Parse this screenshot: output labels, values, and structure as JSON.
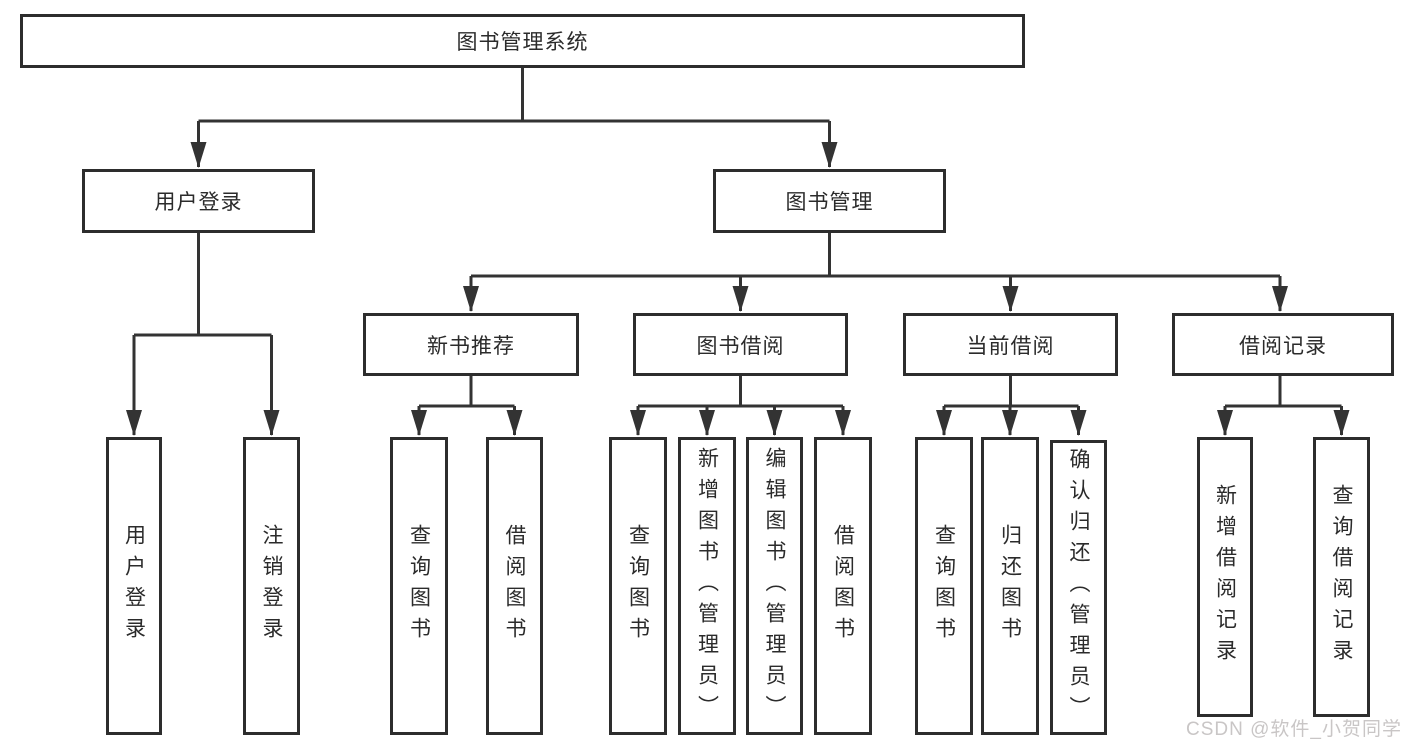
{
  "diagram": {
    "root": "图书管理系统",
    "branches": [
      {
        "label": "用户登录",
        "children": [
          "用户登录",
          "注销登录"
        ]
      },
      {
        "label": "图书管理",
        "children": [
          {
            "label": "新书推荐",
            "children": [
              "查询图书",
              "借阅图书"
            ]
          },
          {
            "label": "图书借阅",
            "children": [
              "查询图书",
              "新增图书（管理员）",
              "编辑图书（管理员）",
              "借阅图书"
            ]
          },
          {
            "label": "当前借阅",
            "children": [
              "查询图书",
              "归还图书",
              "确认归还（管理员）"
            ]
          },
          {
            "label": "借阅记录",
            "children": [
              "新增借阅记录",
              "查询借阅记录"
            ]
          }
        ]
      }
    ],
    "watermark": "CSDN @软件_小贺同学",
    "colors": {
      "line": "#333333",
      "border": "#2d2d2d",
      "text": "#2b2b2b",
      "watermark": "#c9c6c6",
      "background": "#ffffff"
    }
  }
}
